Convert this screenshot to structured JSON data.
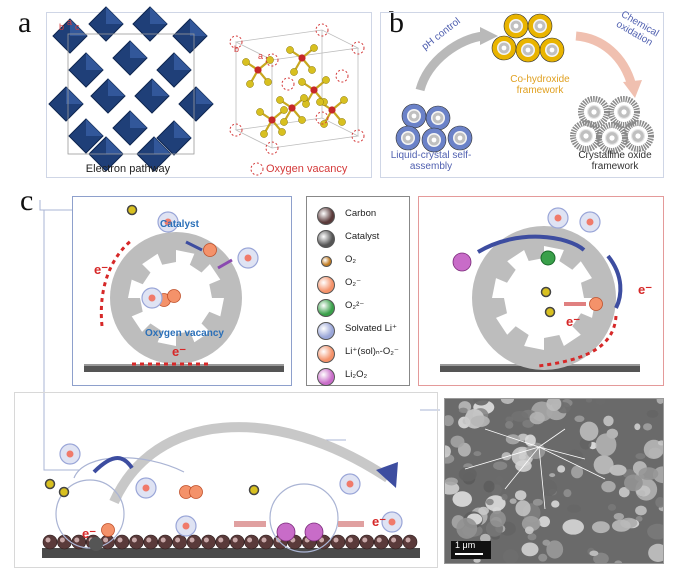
{
  "panels": {
    "a": {
      "letter": "a",
      "left_axis": {
        "b": "b",
        "a": "a",
        "c": "c"
      },
      "right_axis": {
        "b": "b",
        "a": "a"
      },
      "left_caption": "Electron pathway",
      "right_caption": "Oxygen vacancy"
    },
    "b": {
      "letter": "b",
      "step1": "pH control",
      "step2": "Chemical oxidation",
      "intermediate": "Co-hydroxide framework",
      "start": "Liquid-crystal self-assembly",
      "end": "Crystalline oxide framework"
    },
    "c": {
      "letter": "c",
      "catalyst_label": "Catalyst",
      "vacancy_label": "Oxygen vacancy",
      "electron": "e⁻",
      "legend": [
        {
          "name": "legend-carbon",
          "label": "Carbon",
          "color": "#5a3a3a"
        },
        {
          "name": "legend-catalyst",
          "label": "Catalyst",
          "color": "#555555"
        },
        {
          "name": "legend-o2",
          "label": "O₂",
          "color": "#c07a20"
        },
        {
          "name": "legend-superoxide",
          "label": "O₂⁻",
          "color": "#f4926a"
        },
        {
          "name": "legend-peroxide",
          "label": "O₂²⁻",
          "color": "#3aa04a"
        },
        {
          "name": "legend-solvated-li",
          "label": "Solvated Li⁺",
          "color": "#9aa6d8"
        },
        {
          "name": "legend-li-sol-o2",
          "label": "Li⁺(sol)ₙ-O₂⁻",
          "color": "#f4926a"
        },
        {
          "name": "legend-li2o2",
          "label": "Li₂O₂",
          "color": "#c86cc8"
        }
      ],
      "scale_bar": "1 μm"
    }
  },
  "colors": {
    "octahedra": "#1f3f78",
    "vacancy": "#d43a3a",
    "yellow_atom": "#d8c020",
    "hydroxide": "#e9b400",
    "lc_blue": "#6b82c8",
    "arrow_blue": "#3d4da0",
    "electron_red": "#d62828",
    "frame_blue": "#8ea0cc",
    "frame_red": "#e49a9a"
  }
}
